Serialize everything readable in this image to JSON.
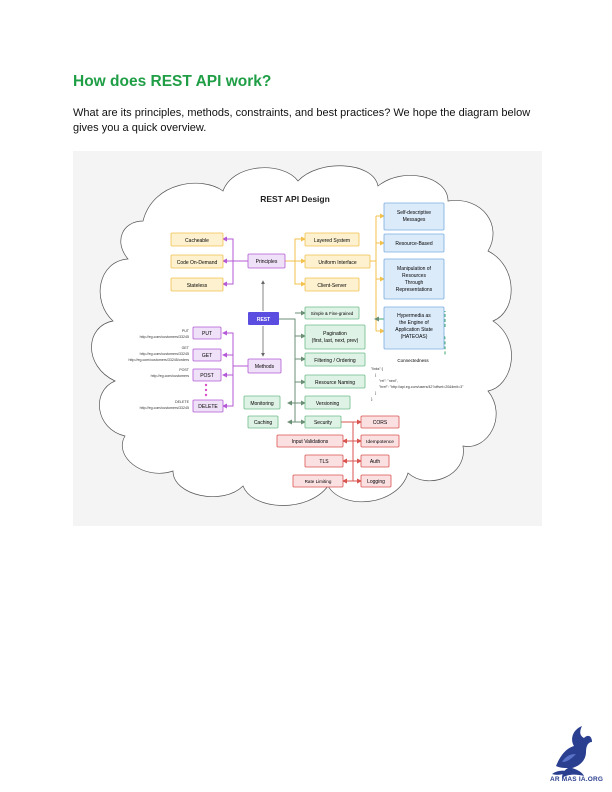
{
  "heading": "How does REST API work?",
  "intro": "What are its principles, methods, constraints, and best practices? We hope the diagram below gives you a quick overview.",
  "diagram": {
    "title": "REST API Design",
    "root": "REST",
    "left_yellow": [
      "Cacheable",
      "Code On-Demand",
      "Stateless"
    ],
    "principles": "Principles",
    "right_yellow": [
      "Layered System",
      "Uniform Interface",
      "Client-Server"
    ],
    "blue": [
      "Self-descriptive Messages",
      "Resource-Based",
      "Manipulation of Resources Through Representations",
      "Hypermedia as the Engine of Application State (HATEOAS)"
    ],
    "connectedness": "Connectedness",
    "green": [
      "Simple & Fine-grained",
      "Pagination (first, last, next, prev)",
      "Filtering / Ordering",
      "Resource Naming",
      "Versioning",
      "Security"
    ],
    "monitoring": "Monitoring",
    "caching": "Caching",
    "methods": "Methods",
    "method_boxes": [
      "PUT",
      "GET",
      "POST",
      "DELETE"
    ],
    "method_urls": {
      "put": [
        "PUT",
        "http://eg.com/customers/33245"
      ],
      "get": [
        "GET",
        "http://eg.com/customers/33245",
        "http://eg.com/customers/33245/orders"
      ],
      "post": [
        "POST",
        "http://eg.com/customers"
      ],
      "delete": [
        "DELETE",
        "http://eg.com/customers/33245"
      ]
    },
    "red_left": [
      "Input Validations",
      "TLS",
      "Rate Limiting"
    ],
    "red_right": [
      "CORS",
      "Idempotence",
      "Auth",
      "Logging"
    ],
    "links_json": [
      "\"links\":[",
      "{",
      "\"rel\": \"next\",",
      "\"href\": \"http://api.eg.com/users/42?offset=20&limit=3\"",
      "}",
      "],"
    ]
  },
  "logo": {
    "text": "AR MAS IA.ORG",
    "colors": {
      "primary": "#2a3f8f"
    }
  },
  "colors": {
    "heading": "#1f9e46",
    "yellow_fill": "#fdf1cf",
    "yellow_stroke": "#f2c14e",
    "blue_fill": "#dcebfa",
    "blue_stroke": "#7aaee0",
    "green_fill": "#dff2e6",
    "green_stroke": "#6fbd8a",
    "purple_fill": "#efe1f7",
    "purple_stroke": "#b45ad6",
    "red_fill": "#fbe0e2",
    "red_stroke": "#d9534f",
    "root_fill": "#5b4de0"
  }
}
